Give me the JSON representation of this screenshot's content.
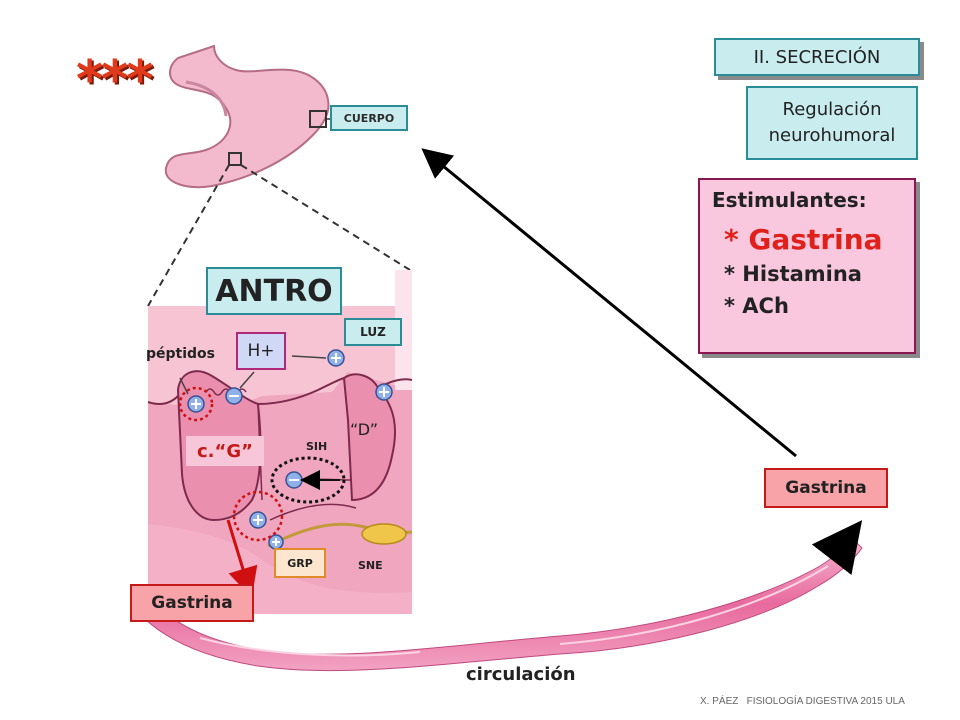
{
  "stars": "***",
  "labels": {
    "cuerpo": "CUERPO",
    "antro": "ANTRO",
    "luz": "LUZ",
    "h_plus": "H+",
    "peptidos": "péptidos",
    "d_cell": "“D”",
    "g_cell": "c.“G”",
    "sih": "SIH",
    "grp": "GRP",
    "sne": "SNE",
    "gastrina_left": "Gastrina",
    "gastrina_right": "Gastrina",
    "circulacion": "circulación"
  },
  "header": {
    "section": "II. SECRECIÓN",
    "subtitle_line1": "Regulación",
    "subtitle_line2": "neurohumoral"
  },
  "stimulants": {
    "title": "Estimulantes:",
    "items": [
      "* Gastrina",
      "* Histamina",
      "* ACh"
    ]
  },
  "footer": "X. PÁEZ   FISIOLOGÍA DIGESTIVA 2015 ULA",
  "colors": {
    "tissue": "#f0a6bf",
    "tissue_dark": "#d77a9b",
    "teal": "#2a8c96",
    "red_text": "#e0201a",
    "pink_box": "#f9c8de"
  }
}
